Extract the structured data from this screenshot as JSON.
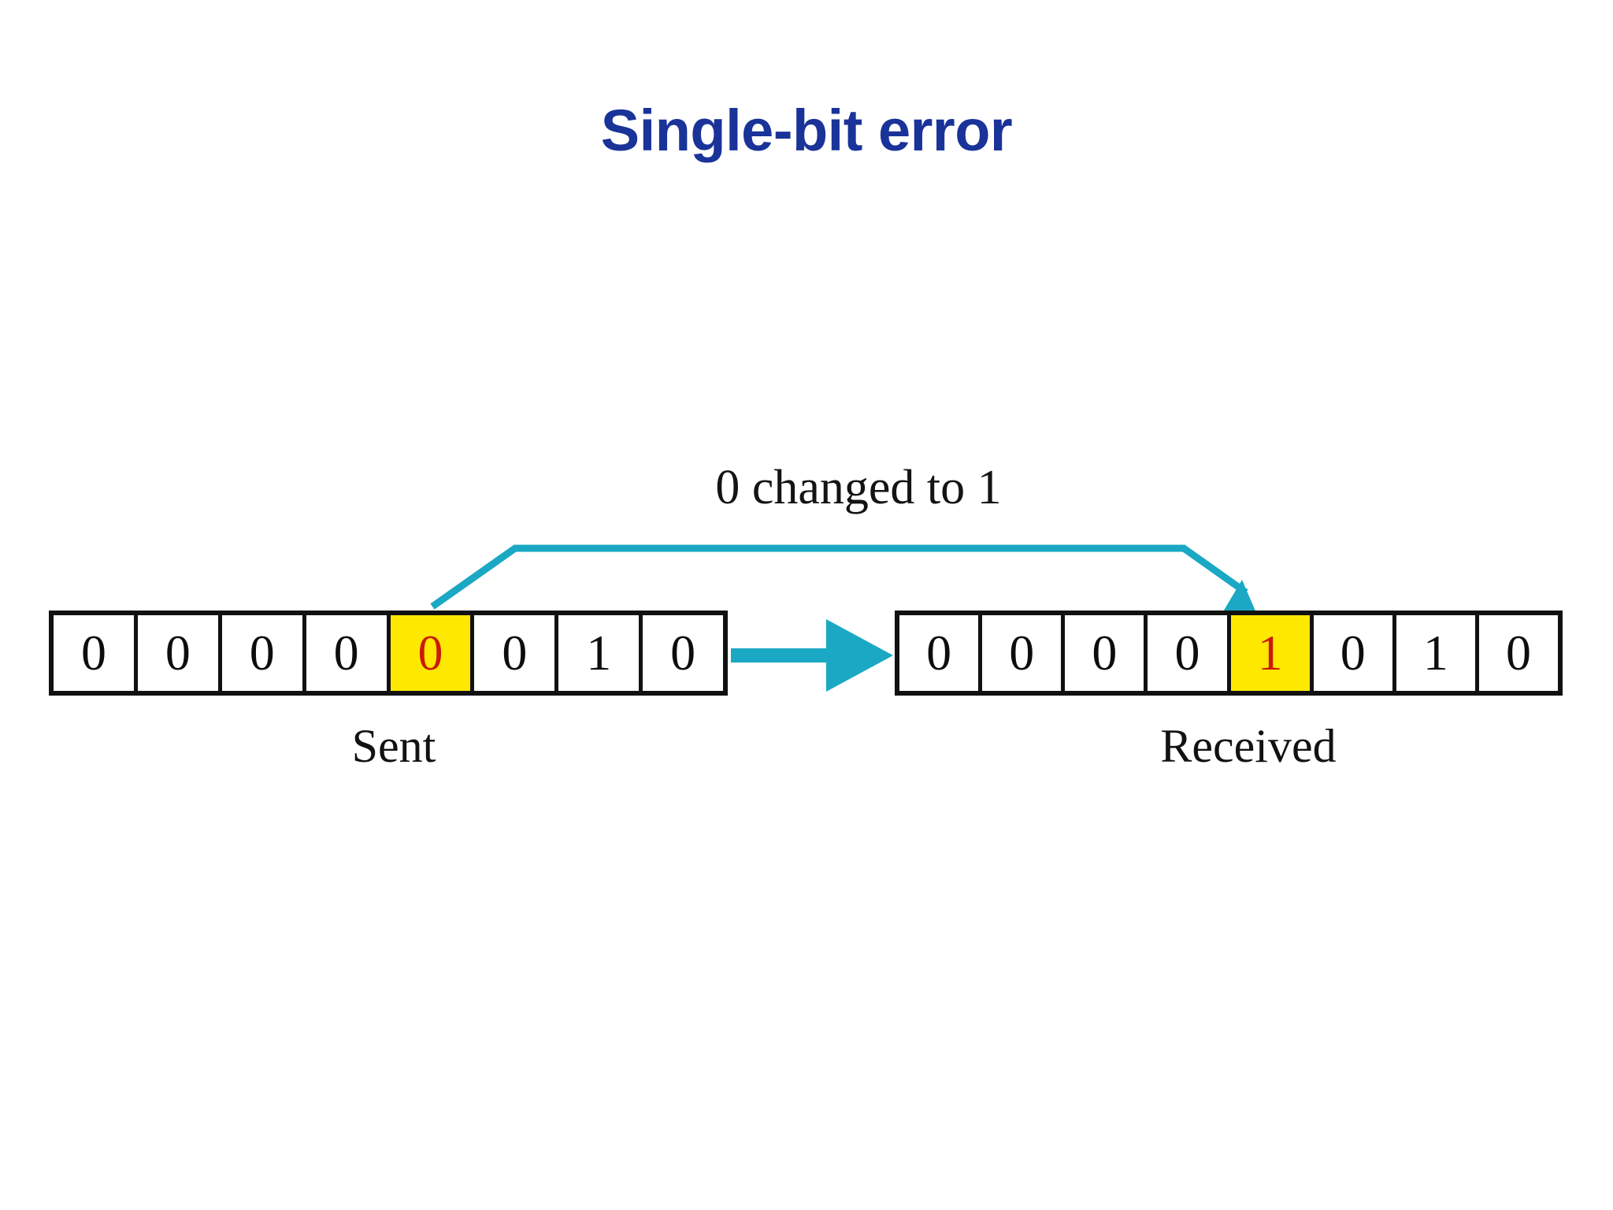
{
  "slide": {
    "title": "Single-bit error",
    "title_color": "#1A3399",
    "background_color": "#FFFFFF"
  },
  "diagram": {
    "caption": "0 changed to 1",
    "accent_color": "#1AA8C4",
    "highlight_color": "#FFE800",
    "flagged_digit_color": "#CC1A08",
    "border_color": "#111111",
    "sent": {
      "label": "Sent",
      "bits": [
        "0",
        "0",
        "0",
        "0",
        "0",
        "0",
        "1",
        "0"
      ],
      "flagged_index": 4
    },
    "received": {
      "label": "Received",
      "bits": [
        "0",
        "0",
        "0",
        "0",
        "1",
        "0",
        "1",
        "0"
      ],
      "flagged_index": 4
    }
  }
}
